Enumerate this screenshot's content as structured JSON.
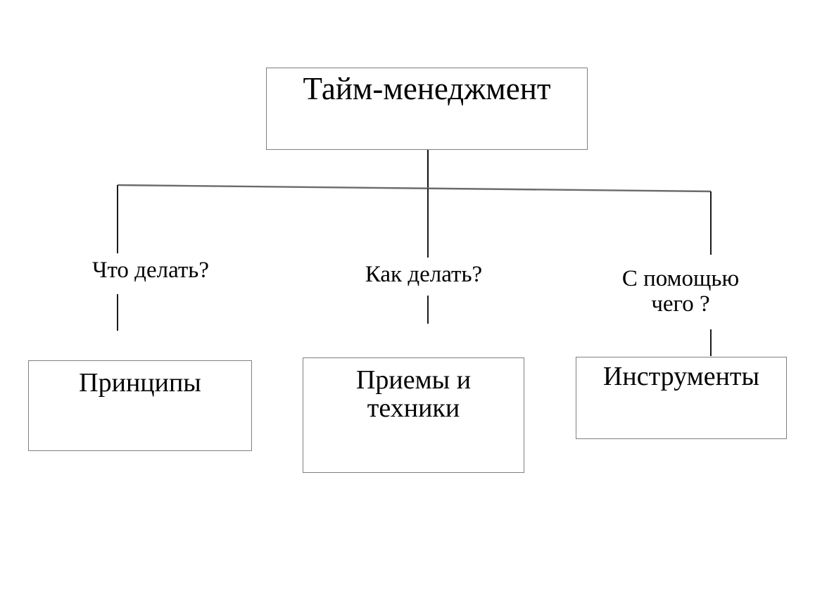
{
  "diagram": {
    "title": "Тайм-менеджмент",
    "background_color": "#ffffff",
    "border_color": "#808080",
    "text_color": "#000000",
    "root": {
      "label": "Тайм-менеджмент"
    },
    "questions": [
      {
        "label": "Что делать?"
      },
      {
        "label": "Как делать?"
      },
      {
        "label": "С помощью\nчего ?"
      }
    ],
    "leaves": [
      {
        "label": "Принципы"
      },
      {
        "label": "Приемы и\nтехники"
      },
      {
        "label": "Инструменты"
      }
    ]
  },
  "chart_data": {
    "type": "diagram",
    "subtype": "tree",
    "title": "Тайм-менеджмент",
    "orientation": "top-down",
    "nodes": [
      {
        "id": "root",
        "label": "Тайм-менеджмент",
        "shape": "rectangle",
        "level": 0
      },
      {
        "id": "q1",
        "label": "Что делать?",
        "shape": "none",
        "level": 1
      },
      {
        "id": "q2",
        "label": "Как делать?",
        "shape": "none",
        "level": 1
      },
      {
        "id": "q3",
        "label": "С помощью чего ?",
        "shape": "none",
        "level": 1
      },
      {
        "id": "l1",
        "label": "Принципы",
        "shape": "rectangle",
        "level": 2
      },
      {
        "id": "l2",
        "label": "Приемы и техники",
        "shape": "rectangle",
        "level": 2
      },
      {
        "id": "l3",
        "label": "Инструменты",
        "shape": "rectangle",
        "level": 2
      }
    ],
    "edges": [
      {
        "from": "root",
        "to": "q1"
      },
      {
        "from": "root",
        "to": "q2"
      },
      {
        "from": "root",
        "to": "q3"
      },
      {
        "from": "q1",
        "to": "l1"
      },
      {
        "from": "q2",
        "to": "l2"
      },
      {
        "from": "q3",
        "to": "l3"
      }
    ]
  }
}
